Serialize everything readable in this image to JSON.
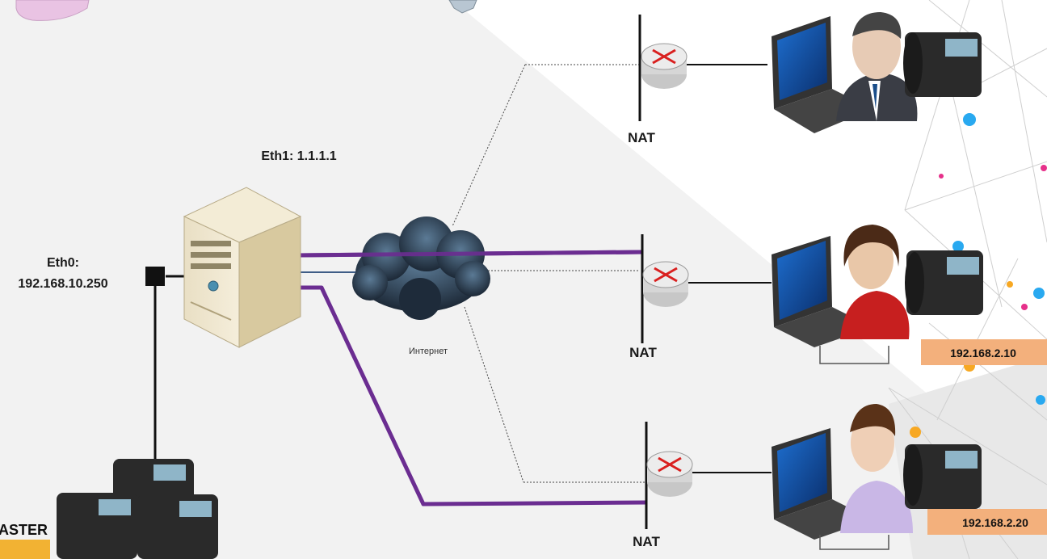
{
  "server": {
    "eth1_label": "Eth1: 1.1.1.1",
    "eth0_label": "Eth0:",
    "eth0_ip": "192.168.10.250"
  },
  "internet": {
    "label": "Интернет"
  },
  "nat": [
    {
      "label": "NAT"
    },
    {
      "label": "NAT"
    },
    {
      "label": "NAT"
    }
  ],
  "clients": [
    {
      "ip": ""
    },
    {
      "ip": "192.168.2.10"
    },
    {
      "ip": "192.168.2.20"
    }
  ],
  "brand_fragment": "ASTER",
  "colors": {
    "trunk": "#6b2d91",
    "ip_badge": "#f3b07c",
    "nat_router": "#d0d0d0",
    "cloud": "#2d3f52"
  }
}
